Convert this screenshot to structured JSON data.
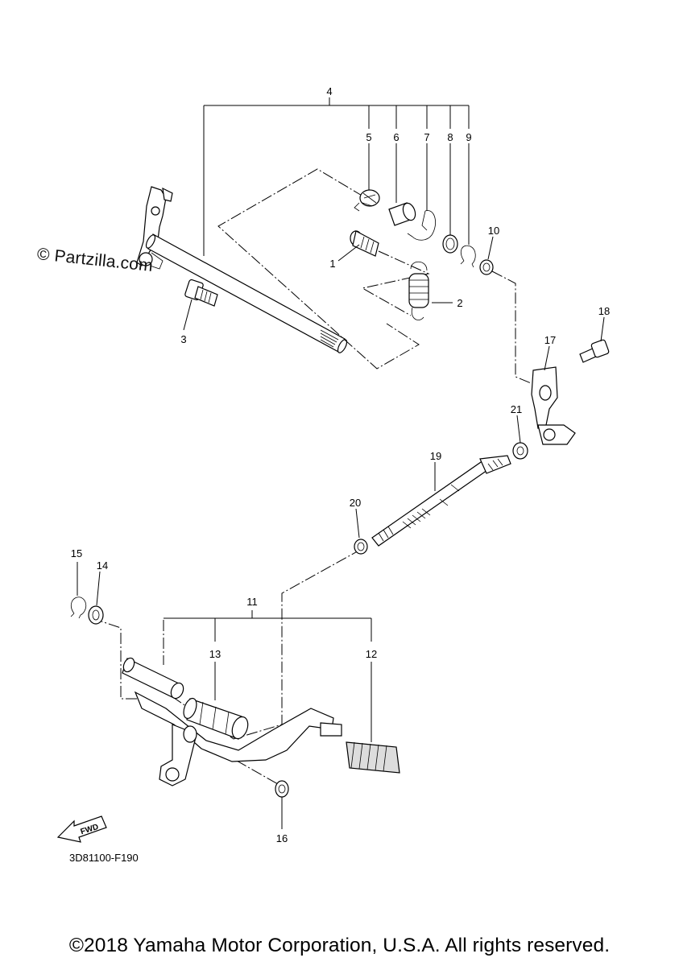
{
  "watermark": "© Partzilla.com",
  "drawing_code": "3D81100-F190",
  "copyright": "©2018 Yamaha Motor Corporation, U.S.A. All rights reserved.",
  "fwd_label": "FWD",
  "callouts": {
    "c1": "1",
    "c2": "2",
    "c3": "3",
    "c4": "4",
    "c5": "5",
    "c6": "6",
    "c7": "7",
    "c8": "8",
    "c9": "9",
    "c10": "10",
    "c11": "11",
    "c12": "12",
    "c13": "13",
    "c14": "14",
    "c15": "15",
    "c16": "16",
    "c17": "17",
    "c18": "18",
    "c19": "19",
    "c20": "20",
    "c21": "21"
  }
}
